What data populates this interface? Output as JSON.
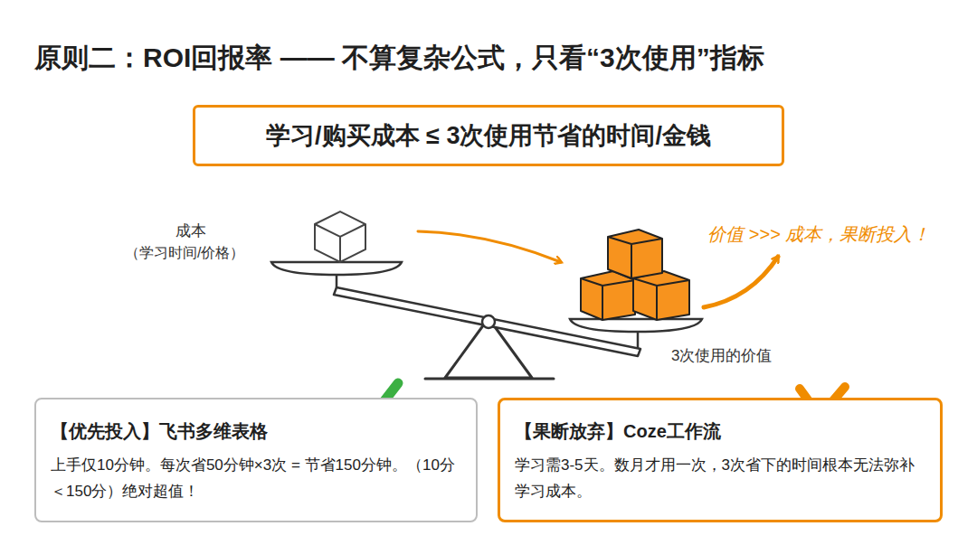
{
  "diagram": {
    "title": "原则二：ROI回报率 —— 不算复杂公式，只看“3次使用”指标",
    "nodes": [
      {
        "text": [
          "学习/购买成本 ≤ 3次使用节省的时间/金钱"
        ]
      },
      {
        "text": [
          "【优先投入】飞书多维表格",
          "上手仅10分钟。每次省50分钟×3次 = 节省150分钟。（10分＜150分）绝对超值！"
        ]
      },
      {
        "text": [
          "【果断放弃】Coze工作流",
          "学习需3-5天。数月才用一次，3次省下的时间根本无法弥补学习成本。"
        ]
      }
    ],
    "labels": [
      "成本",
      "（学习时间/价格）",
      "3次使用的价值",
      "价值 >>> 成本，果断投入！"
    ]
  }
}
